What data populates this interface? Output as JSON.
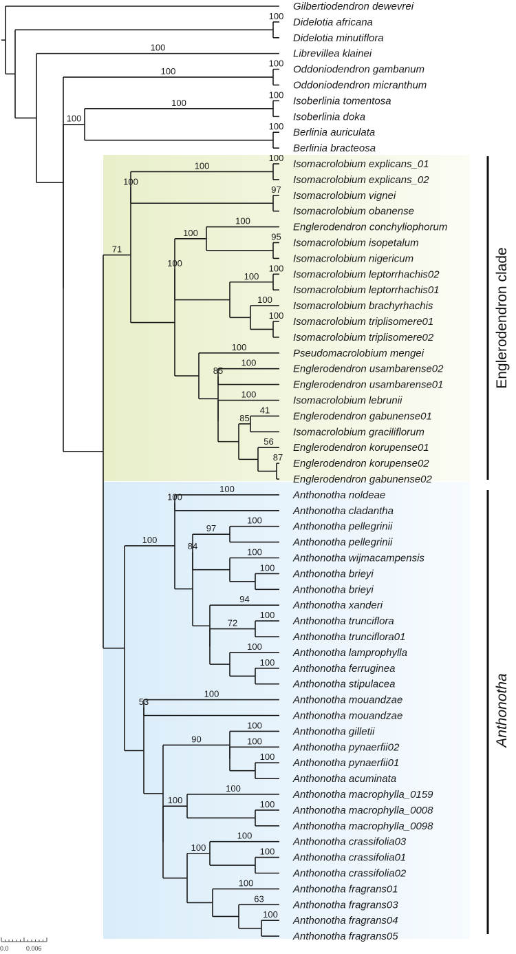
{
  "taxa": [
    "Gilbertiodendron dewevrei",
    "Didelotia africana",
    "Didelotia minutiflora",
    "Librevillea klainei",
    "Oddoniodendron gambanum",
    "Oddoniodendron micranthum",
    "Isoberlinia tomentosa",
    "Isoberlinia doka",
    "Berlinia auriculata",
    "Berlinia bracteosa",
    "Isomacrolobium explicans_01",
    "Isomacrolobium explicans_02",
    "Isomacrolobium vignei",
    "Isomacrolobium obanense",
    "Englerodendron conchyliophorum",
    "Isomacrolobium isopetalum",
    "Isomacrolobium nigericum",
    "Isomacrolobium leptorrhachis02",
    "Isomacrolobium leptorrhachis01",
    "Isomacrolobium brachyrhachis",
    "Isomacrolobium triplisomere01",
    "Isomacrolobium triplisomere02",
    "Pseudomacrolobium mengei",
    "Englerodendron usambarense02",
    "Englerodendron usambarense01",
    "Isomacrolobium lebrunii",
    "Englerodendron gabunense01",
    "Isomacrolobium graciliflorum",
    "Englerodendron korupense01",
    "Englerodendron korupense02",
    "Englerodendron gabunense02",
    "Anthonotha noldeae",
    "Anthonotha cladantha",
    "Anthonotha pellegrinii",
    "Anthonotha pellegrinii",
    "Anthonotha wijmacampensis",
    "Anthonotha brieyi",
    "Anthonotha brieyi",
    "Anthonotha xanderi",
    "Anthonotha trunciflora",
    "Anthonotha trunciflora01",
    "Anthonotha lamprophylla",
    "Anthonotha ferruginea",
    "Anthonotha stipulacea",
    "Anthonotha mouandzae",
    "Anthonotha mouandzae",
    "Anthonotha gilletii",
    "Anthonotha pynaerfii02",
    "Anthonotha pynaerfii01",
    "Anthonotha acuminata",
    "Anthonotha macrophylla_0159",
    "Anthonotha macrophylla_0008",
    "Anthonotha macrophylla_0098",
    "Anthonotha crassifolia03",
    "Anthonotha crassifolia01",
    "Anthonotha crassifolia02",
    "Anthonotha fragrans01",
    "Anthonotha fragrans03",
    "Anthonotha fragrans04",
    "Anthonotha fragrans05"
  ],
  "support_values": {
    "didelotia": "100",
    "oddoniodendron": "100",
    "isoberlinia": "100",
    "berlinia": "100",
    "isoberlinia_berlinia": "100",
    "core_after_librevillea": "100",
    "core_after_didelotia": "100",
    "core_after_oddoniodendron": "100",
    "root_of_two_clades": "71",
    "englerodendron_clade": "100",
    "explicans_group": "100",
    "explicans_pair": "100",
    "vignei_pair": "97",
    "conchyliophorum_group": "100",
    "isopetalum_pair": "95",
    "conchy_to_triplisomere": "100",
    "leptorrhachis_group": "100",
    "leptorrhachis_pair": "100",
    "brachyrhachis_group": "100",
    "triplisomere_pair": "100",
    "conchy_to_gabunense02": "100",
    "pseudomacrolobium_group": "100",
    "usambarense_pair": "100",
    "usambarense_to_gabunense02": "85",
    "lebrunii_group": "100",
    "gabunense01_pair": "41",
    "gabunense01_to_gabunense02": "85",
    "korupense_group": "56",
    "korupense02_pair": "87",
    "anthonotha_clade": "100",
    "noldeae_to_stipulacea": "100",
    "noldeae_pair": "100",
    "pellegrinii_to_stipulacea": "84",
    "pellegrinii_group": "97",
    "pellegrinii_pair": "100",
    "wijmacampensis_group": "100",
    "brieyi_pair": "100",
    "xanderi_group": "94",
    "trunciflora_group": "72",
    "trunciflora_pair": "100",
    "lamprophylla_group": "100",
    "ferruginea_pair": "100",
    "mouandzae_to_fragrans": "53",
    "mouandzae_pair": "100",
    "gilletii_to_fragrans": "90",
    "gilletii_group": "100",
    "pynaerfii02_group": "100",
    "pynaerfii01_pair": "100",
    "macrophylla_to_fragrans": "100",
    "macrophylla_group": "100",
    "macrophylla_pair": "100",
    "crassifolia_to_fragrans": "100",
    "crassifolia_group": "100",
    "crassifolia_pair": "100",
    "fragrans_group": "100",
    "fragrans03_group": "63",
    "fragrans04_pair": "100"
  },
  "clade_labels": {
    "englerodendron": "Englerodendron clade",
    "anthonotha": "Anthonotha"
  },
  "scale_bar": {
    "left_label": "0.0",
    "right_label": "0.006"
  },
  "colors": {
    "englerodendron_shade": "#e8efc9",
    "anthonotha_shade": "#d9ecf9",
    "branch": "#1a1a1a"
  }
}
